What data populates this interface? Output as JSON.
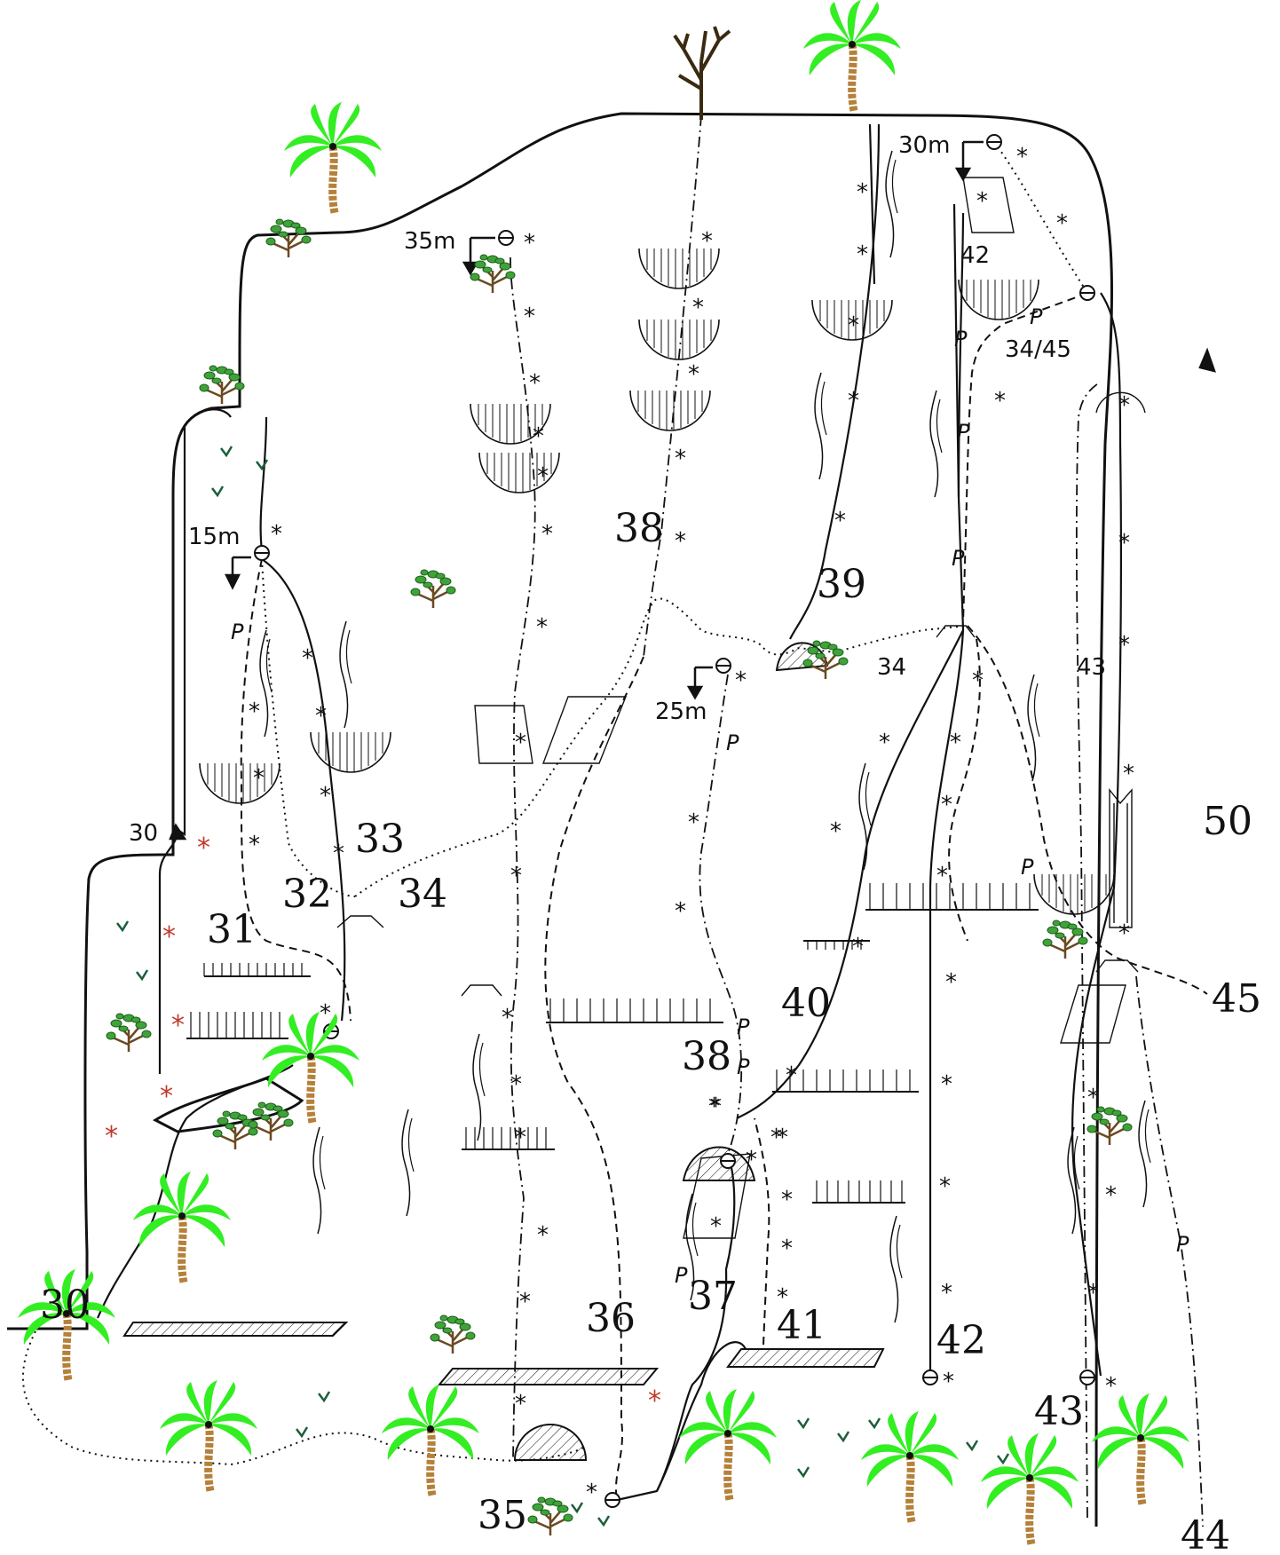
{
  "diagram": {
    "routes": [
      {
        "label": "30"
      },
      {
        "label": "30"
      },
      {
        "label": "31"
      },
      {
        "label": "32"
      },
      {
        "label": "33"
      },
      {
        "label": "34"
      },
      {
        "label": "34"
      },
      {
        "label": "34/45"
      },
      {
        "label": "35"
      },
      {
        "label": "36"
      },
      {
        "label": "37"
      },
      {
        "label": "38"
      },
      {
        "label": "38"
      },
      {
        "label": "39"
      },
      {
        "label": "40"
      },
      {
        "label": "41"
      },
      {
        "label": "42"
      },
      {
        "label": "42"
      },
      {
        "label": "43"
      },
      {
        "label": "43"
      },
      {
        "label": "44"
      },
      {
        "label": "45"
      },
      {
        "label": "50"
      }
    ],
    "rappels": [
      {
        "length": "35m"
      },
      {
        "length": "30m"
      },
      {
        "length": "15m"
      },
      {
        "length": "25m"
      }
    ],
    "marks": {
      "bolt": "*",
      "piton": "P"
    },
    "colors": {
      "palm_leaf": "#33ee22",
      "palm_trunk": "#b5813a",
      "bush_leaf": "#3fa33a",
      "red_star": "#c0392b"
    },
    "icons": [
      "palm-tree-icon",
      "bush-icon",
      "dead-tree-icon",
      "grass-tuft-icon"
    ]
  }
}
